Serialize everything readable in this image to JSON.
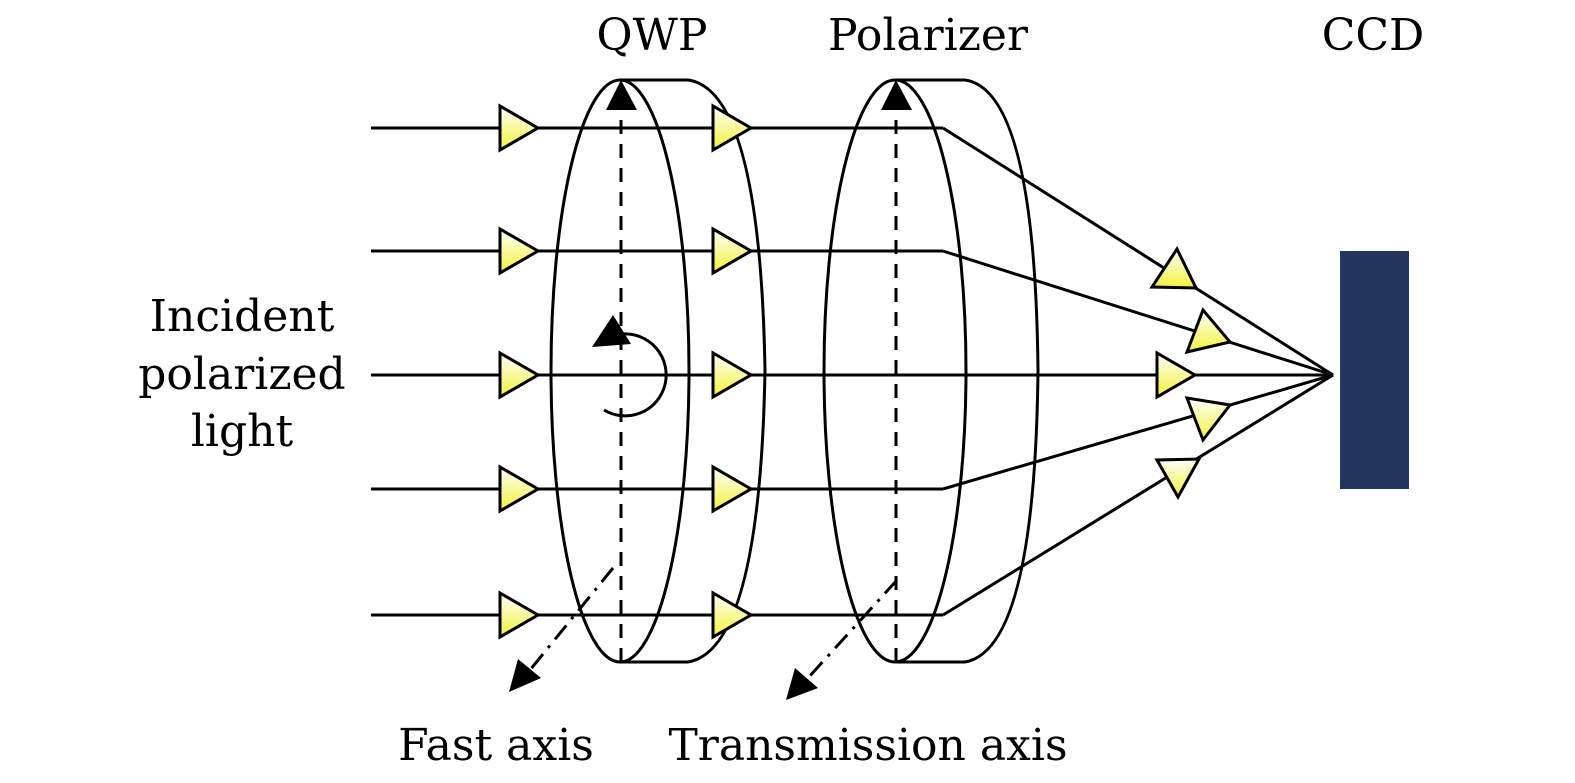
{
  "labels": {
    "qwp": "QWP",
    "polarizer": "Polarizer",
    "ccd": "CCD",
    "incident_line1": "Incident",
    "incident_line2": "polarized",
    "incident_line3": "light",
    "fast_axis": "Fast axis",
    "transmission_axis": "Transmission axis"
  },
  "colors": {
    "ccd_fill": "#22375e",
    "arrow_fill_top": "#ffffff",
    "arrow_fill_bottom": "#f2f23a",
    "line": "#000000"
  },
  "beams": {
    "count": 5
  }
}
